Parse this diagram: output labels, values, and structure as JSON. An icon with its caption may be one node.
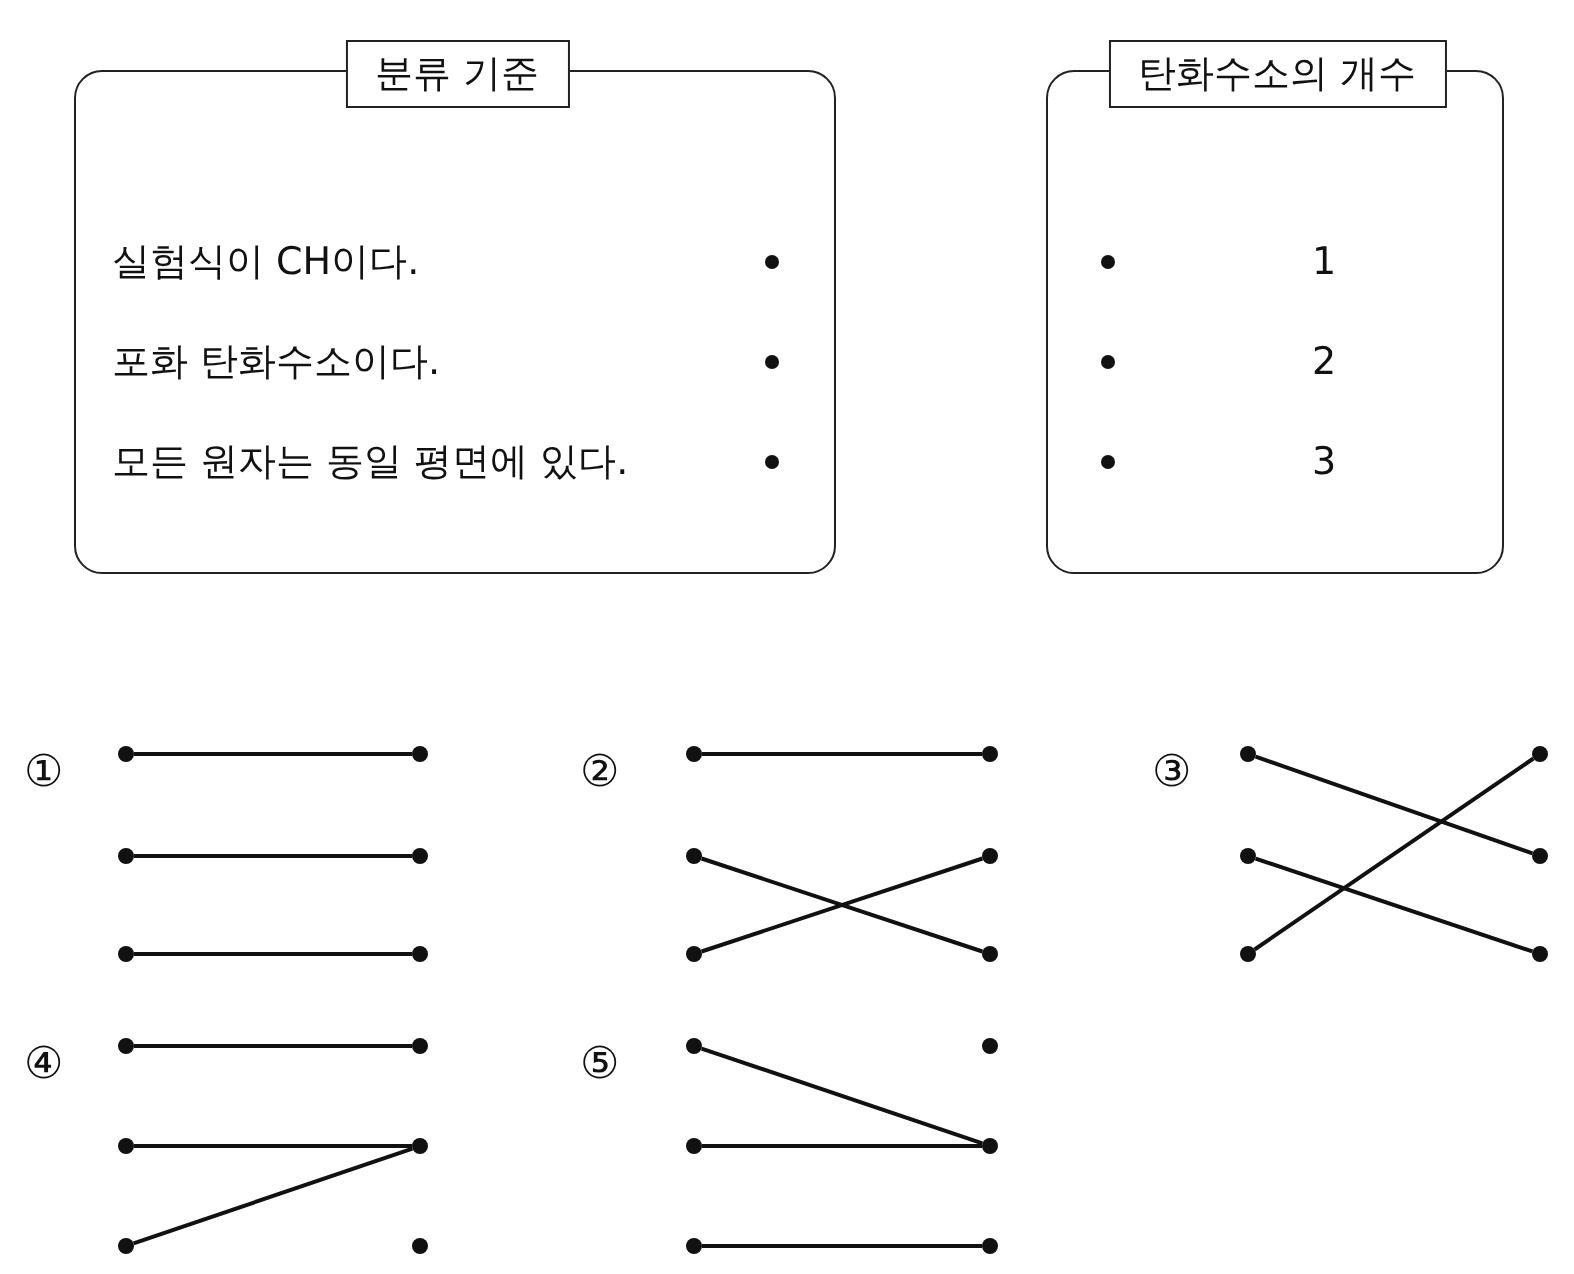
{
  "diagram": {
    "nodes": [
      {
        "text": [
          "분류 기준"
        ]
      },
      {
        "text": [
          "실험식이 CH이다."
        ],
        "in": 0
      },
      {
        "text": [
          "포화 탄화수소이다."
        ],
        "in": 0
      },
      {
        "text": [
          "모든 원자는 동일 평면에 있다."
        ],
        "in": 0
      },
      {
        "text": [
          "탄화수소의 개수"
        ]
      },
      {
        "text": [
          "1"
        ],
        "in": 4
      },
      {
        "text": [
          "2"
        ],
        "in": 4
      },
      {
        "text": [
          "3"
        ],
        "in": 4
      },
      {
        "text": [],
        "shape": "circle"
      },
      {
        "text": [],
        "shape": "circle"
      },
      {
        "text": [],
        "shape": "circle"
      },
      {
        "text": [],
        "shape": "circle"
      },
      {
        "text": [],
        "shape": "circle"
      },
      {
        "text": [],
        "shape": "circle"
      },
      {
        "text": [],
        "shape": "circle"
      },
      {
        "text": [],
        "shape": "circle"
      },
      {
        "text": [],
        "shape": "circle"
      },
      {
        "text": [],
        "shape": "circle"
      },
      {
        "text": [],
        "shape": "circle"
      },
      {
        "text": [],
        "shape": "circle"
      },
      {
        "text": [],
        "shape": "circle"
      },
      {
        "text": [],
        "shape": "circle"
      },
      {
        "text": [],
        "shape": "circle"
      },
      {
        "text": [],
        "shape": "circle"
      },
      {
        "text": [],
        "shape": "circle"
      },
      {
        "text": [],
        "shape": "circle"
      },
      {
        "text": [],
        "shape": "circle"
      },
      {
        "text": [],
        "shape": "circle"
      },
      {
        "text": [],
        "shape": "circle"
      },
      {
        "text": [],
        "shape": "circle"
      },
      {
        "text": [],
        "shape": "circle"
      },
      {
        "text": [],
        "shape": "circle"
      },
      {
        "text": [],
        "shape": "circle"
      },
      {
        "text": [],
        "shape": "circle"
      },
      {
        "text": [],
        "shape": "circle"
      },
      {
        "text": [],
        "shape": "circle"
      },
      {
        "text": [],
        "shape": "circle"
      },
      {
        "text": [],
        "shape": "circle"
      }
    ],
    "edges": [
      {
        "from": 8,
        "to": 11,
        "arrow": "none"
      },
      {
        "from": 9,
        "to": 12,
        "arrow": "none"
      },
      {
        "from": 10,
        "to": 13,
        "arrow": "none"
      },
      {
        "from": 14,
        "to": 17,
        "arrow": "none"
      },
      {
        "from": 15,
        "to": 19,
        "arrow": "none"
      },
      {
        "from": 16,
        "to": 18,
        "arrow": "none"
      },
      {
        "from": 20,
        "to": 24,
        "arrow": "none"
      },
      {
        "from": 21,
        "to": 25,
        "arrow": "none"
      },
      {
        "from": 22,
        "to": 23,
        "arrow": "none"
      },
      {
        "from": 26,
        "to": 29,
        "arrow": "none"
      },
      {
        "from": 27,
        "to": 30,
        "arrow": "none"
      },
      {
        "from": 28,
        "to": 30,
        "arrow": "none"
      },
      {
        "from": 32,
        "to": 36,
        "arrow": "none"
      },
      {
        "from": 33,
        "to": 36,
        "arrow": "none"
      },
      {
        "from": 34,
        "to": 37,
        "arrow": "none"
      }
    ],
    "labels": [
      "①",
      "②",
      "③",
      "④",
      "⑤"
    ]
  }
}
